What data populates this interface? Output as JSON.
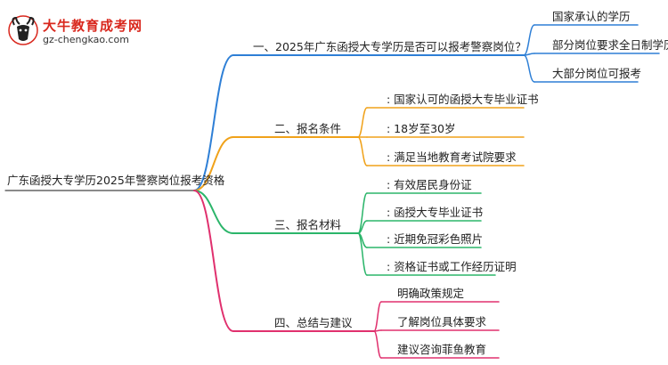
{
  "logo": {
    "site_name": "大牛教育成考网",
    "url": "gz-chengkao.com"
  },
  "mindmap": {
    "root": "广东函授大专学历2025年警察岗位报考资格",
    "branches": [
      {
        "label": "一、2025年广东函授大专学历是否可以报考警察岗位？",
        "color": "#2e7fd6",
        "children": [
          "国家承认的学历",
          "部分岗位要求全日制学历",
          "大部分岗位可报考"
        ]
      },
      {
        "label": "二、报名条件",
        "color": "#f0a21a",
        "children": [
          ": 国家认可的函授大专毕业证书",
          ": 18岁至30岁",
          ": 满足当地教育考试院要求"
        ]
      },
      {
        "label": "三、报名材料",
        "color": "#2bb56a",
        "children": [
          ": 有效居民身份证",
          ": 函授大专毕业证书",
          ": 近期免冠彩色照片",
          ": 资格证书或工作经历证明"
        ]
      },
      {
        "label": "四、总结与建议",
        "color": "#e0306e",
        "children": [
          "明确政策规定",
          "了解岗位具体要求",
          "建议咨询菲鱼教育"
        ]
      }
    ]
  }
}
